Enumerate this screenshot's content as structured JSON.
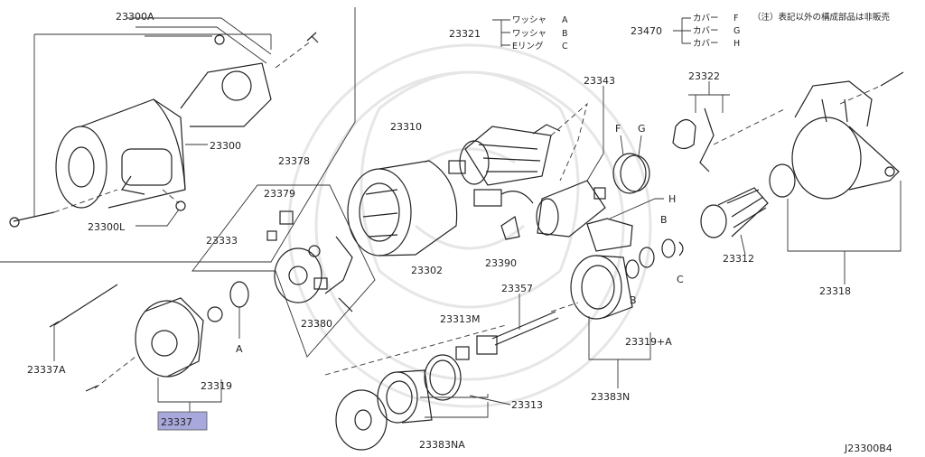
{
  "diagram": {
    "drawing_code": "J23300B4",
    "note": "（注）表記以外の構成部品は非販売",
    "highlighted_part": "23337",
    "labels": {
      "p23300A": "23300A",
      "p23300": "23300",
      "p23300L": "23300L",
      "p23321": "23321",
      "p23470": "23470",
      "p23310": "23310",
      "p23343": "23343",
      "p23322": "23322",
      "p23378": "23378",
      "p23379": "23379",
      "p23333": "23333",
      "p23380": "23380",
      "p23302": "23302",
      "p23390": "23390",
      "p23312": "23312",
      "p23318": "23318",
      "p23357": "23357",
      "p23313M": "23313M",
      "p23313": "23313",
      "p23383N": "23383N",
      "p23383NA": "23383NA",
      "p23319A": "23319+A",
      "p23319": "23319",
      "p23337A": "23337A",
      "p23337": "23337",
      "A": "A",
      "B": "B",
      "C": "C",
      "F": "F",
      "G": "G",
      "H": "H"
    },
    "legend_23321": [
      {
        "name": "ワッシャ",
        "code": "A"
      },
      {
        "name": "ワッシャ",
        "code": "B"
      },
      {
        "name": "Eリング",
        "code": "C"
      }
    ],
    "legend_23470": [
      {
        "name": "カバー",
        "code": "F"
      },
      {
        "name": "カバー",
        "code": "G"
      },
      {
        "name": "カバー",
        "code": "H"
      }
    ]
  }
}
